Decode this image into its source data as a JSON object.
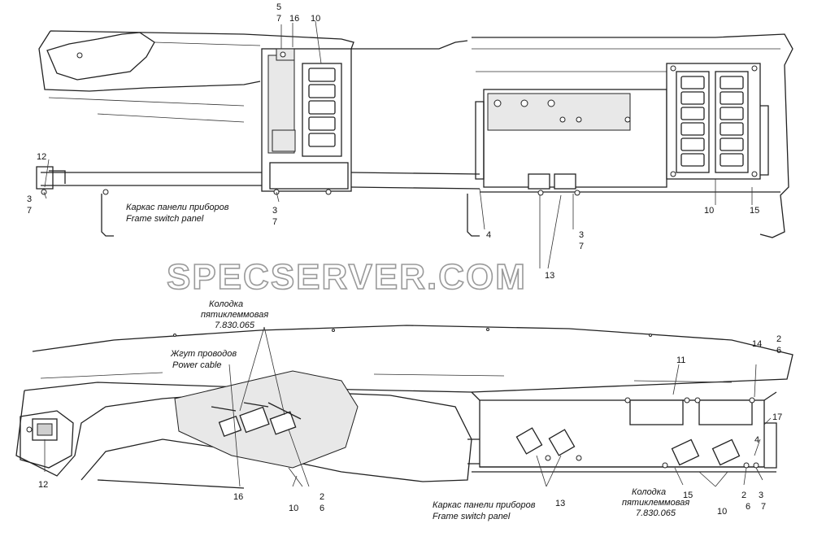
{
  "watermark": "SPECSERVER.COM",
  "top_view": {
    "callouts": {
      "c5": "5",
      "c7a": "7",
      "c16": "16",
      "c10a": "10",
      "c12": "12",
      "c3a": "3",
      "c7b": "7",
      "c3b": "3",
      "c7c": "7",
      "c4": "4",
      "c3c": "3",
      "c7d": "7",
      "c13": "13",
      "c10b": "10",
      "c15": "15"
    },
    "frame_label_ru": "Каркас панели приборов",
    "frame_label_en": "Frame switch panel"
  },
  "bottom_view": {
    "connector_title_1": "Колодка",
    "connector_title_2": "пятиклеммовая",
    "connector_part": "7.830.065",
    "harness_ru": "Жгут проводов",
    "harness_en": "Power cable",
    "callouts": {
      "c11": "11",
      "c14": "14",
      "c2a": "2",
      "c6a": "6",
      "c17": "17",
      "c4": "4",
      "c12": "12",
      "c16": "16",
      "c10a": "10",
      "c2b": "2",
      "c6b": "6",
      "c13": "13",
      "c15": "15",
      "c10b": "10",
      "c2c": "2",
      "c6c": "6",
      "c3": "3",
      "c7": "7"
    },
    "frame_label_ru": "Каркас панели приборов",
    "frame_label_en": "Frame switch panel",
    "connector2_title_1": "Колодка",
    "connector2_title_2": "пятиклеммовая",
    "connector2_part": "7.830.065"
  }
}
